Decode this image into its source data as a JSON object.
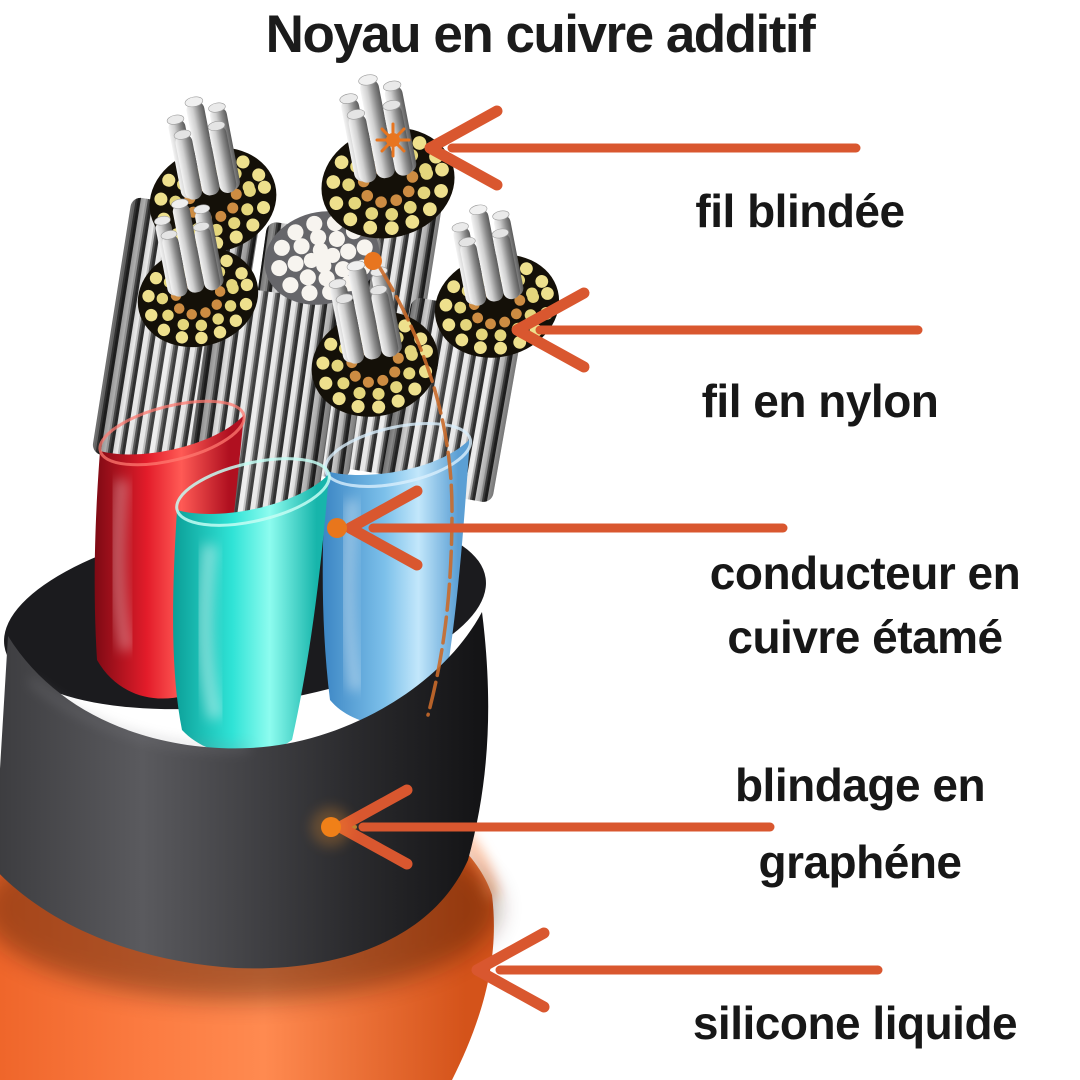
{
  "title": "Noyau en cuivre additif",
  "labels": {
    "fil_blindee": "fil blindée",
    "fil_en_nylon": "fil en nylon",
    "conducteur": "conducteur en\ncuivre étamé",
    "blindage": "blindage en\ngraphéne",
    "silicone": "silicone liquide"
  },
  "colors": {
    "accent_arrow": "#D9572F",
    "jacket_orange": "#F96B3C",
    "shield_black": "#3A3A3E",
    "conductor_red": "#E31C2A",
    "conductor_cyan": "#2FE3D6",
    "conductor_blue": "#7CC0EA",
    "nylon_yellow": "#EEE08D",
    "copper": "#CD8C42",
    "strand_silver": "#D8D8D8"
  }
}
